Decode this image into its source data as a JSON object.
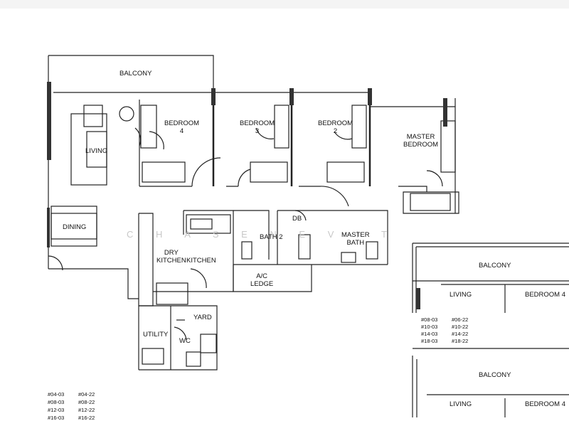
{
  "rooms": {
    "balcony": "BALCONY",
    "living": "LIVING",
    "dining": "DINING",
    "bedroom4": "BEDROOM\n4",
    "bedroom3": "BEDROOM\n3",
    "bedroom2": "BEDROOM\n2",
    "master_bedroom": "MASTER\nBEDROOM",
    "dry_kitchen": "DRY\nKITCHEN",
    "kitchen": "KITCHEN",
    "bath2": "BATH 2",
    "master_bath": "MASTER\nBATH",
    "db": "DB",
    "ac_ledge": "A/C\nLEDGE",
    "yard": "YARD",
    "utility": "UTILITY",
    "wc": "WC"
  },
  "watermark": "C H A S E N E V I T",
  "key_plan_1": {
    "balcony": "BALCONY",
    "living": "LIVING",
    "bedroom4": "BEDROOM 4",
    "units_left": [
      "#08-03",
      "#10-03",
      "#14-03",
      "#18-03"
    ],
    "units_right": [
      "#06-22",
      "#10-22",
      "#14-22",
      "#18-22"
    ]
  },
  "key_plan_2": {
    "balcony": "BALCONY",
    "living": "LIVING",
    "bedroom4": "BEDROOM 4"
  },
  "unit_list": {
    "left": [
      "#04-03",
      "#08-03",
      "#12-03",
      "#16-03"
    ],
    "right": [
      "#04-22",
      "#08-22",
      "#12-22",
      "#16-22"
    ]
  }
}
